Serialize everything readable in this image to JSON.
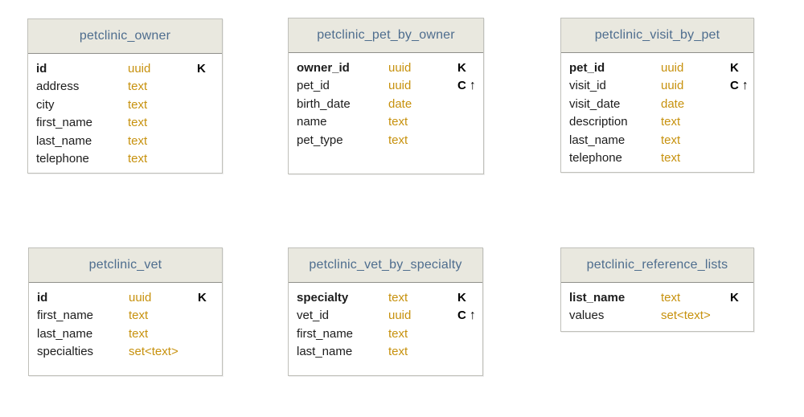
{
  "colors": {
    "header_bg": "#e9e8df",
    "title_text": "#4e6d8e",
    "type_text": "#c7910d",
    "field_text": "#1c1c1c",
    "key_text": "#000000",
    "card_border": "#c0c0ba",
    "header_divider": "#8f8f8a"
  },
  "legend": {
    "partition_key_symbol": "K",
    "clustering_key_symbol": "C",
    "ascending_symbol": "↑"
  },
  "diagram": {
    "tables": [
      {
        "title": "petclinic_owner",
        "columns": [
          {
            "name": "id",
            "type": "uuid",
            "key": "K",
            "sort": ""
          },
          {
            "name": "address",
            "type": "text",
            "key": "",
            "sort": ""
          },
          {
            "name": "city",
            "type": "text",
            "key": "",
            "sort": ""
          },
          {
            "name": "first_name",
            "type": "text",
            "key": "",
            "sort": ""
          },
          {
            "name": "last_name",
            "type": "text",
            "key": "",
            "sort": ""
          },
          {
            "name": "telephone",
            "type": "text",
            "key": "",
            "sort": ""
          }
        ]
      },
      {
        "title": "petclinic_pet_by_owner",
        "columns": [
          {
            "name": "owner_id",
            "type": "uuid",
            "key": "K",
            "sort": ""
          },
          {
            "name": "pet_id",
            "type": "uuid",
            "key": "C",
            "sort": "↑"
          },
          {
            "name": "birth_date",
            "type": "date",
            "key": "",
            "sort": ""
          },
          {
            "name": "name",
            "type": "text",
            "key": "",
            "sort": ""
          },
          {
            "name": "pet_type",
            "type": "text",
            "key": "",
            "sort": ""
          }
        ]
      },
      {
        "title": "petclinic_visit_by_pet",
        "columns": [
          {
            "name": "pet_id",
            "type": "uuid",
            "key": "K",
            "sort": ""
          },
          {
            "name": "visit_id",
            "type": "uuid",
            "key": "C",
            "sort": "↑"
          },
          {
            "name": "visit_date",
            "type": "date",
            "key": "",
            "sort": ""
          },
          {
            "name": "description",
            "type": "text",
            "key": "",
            "sort": ""
          },
          {
            "name": "last_name",
            "type": "text",
            "key": "",
            "sort": ""
          },
          {
            "name": "telephone",
            "type": "text",
            "key": "",
            "sort": ""
          }
        ]
      },
      {
        "title": "petclinic_vet",
        "columns": [
          {
            "name": "id",
            "type": "uuid",
            "key": "K",
            "sort": ""
          },
          {
            "name": "first_name",
            "type": "text",
            "key": "",
            "sort": ""
          },
          {
            "name": "last_name",
            "type": "text",
            "key": "",
            "sort": ""
          },
          {
            "name": "specialties",
            "type": "set<text>",
            "key": "",
            "sort": ""
          }
        ]
      },
      {
        "title": "petclinic_vet_by_specialty",
        "columns": [
          {
            "name": "specialty",
            "type": "text",
            "key": "K",
            "sort": ""
          },
          {
            "name": "vet_id",
            "type": "uuid",
            "key": "C",
            "sort": "↑"
          },
          {
            "name": "first_name",
            "type": "text",
            "key": "",
            "sort": ""
          },
          {
            "name": "last_name",
            "type": "text",
            "key": "",
            "sort": ""
          }
        ]
      },
      {
        "title": "petclinic_reference_lists",
        "columns": [
          {
            "name": "list_name",
            "type": "text",
            "key": "K",
            "sort": ""
          },
          {
            "name": "values",
            "type": "set<text>",
            "key": "",
            "sort": ""
          }
        ]
      }
    ]
  }
}
